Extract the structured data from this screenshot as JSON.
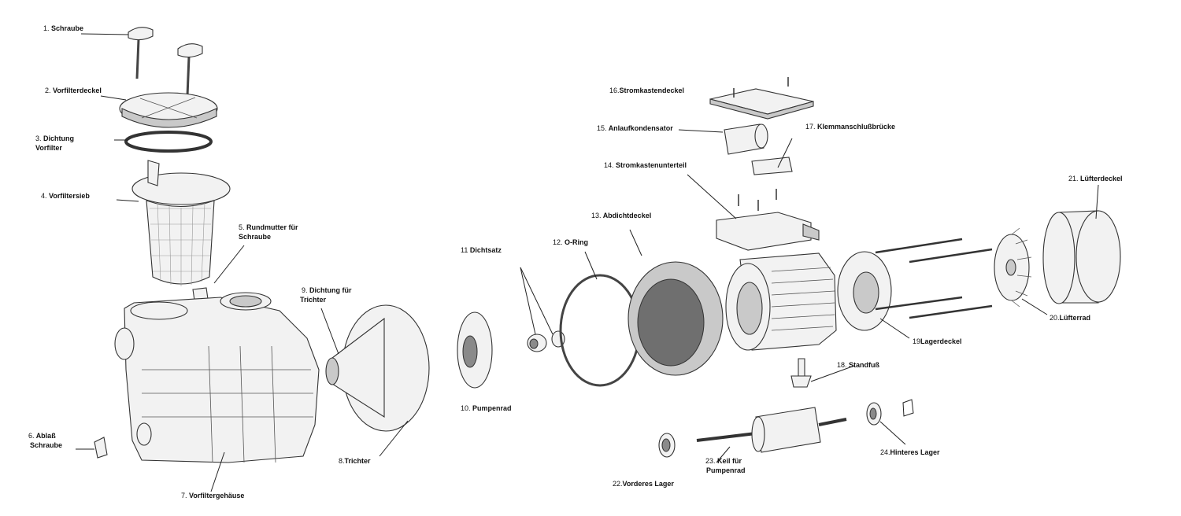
{
  "labels": {
    "l1": {
      "num": "1.",
      "text": "Schraube"
    },
    "l2": {
      "num": "2.",
      "text": "Vorfilterdeckel"
    },
    "l3a": {
      "num": "3.",
      "text": "Dichtung"
    },
    "l3b": {
      "num": "",
      "text": "Vorfilter"
    },
    "l4": {
      "num": "4.",
      "text": "Vorfiltersieb"
    },
    "l5a": {
      "num": "5.",
      "text": "Rundmutter für"
    },
    "l5b": {
      "num": "",
      "text": "Schraube"
    },
    "l6a": {
      "num": "6.",
      "text": "Ablaß"
    },
    "l6b": {
      "num": "",
      "text": "Schraube"
    },
    "l7": {
      "num": "7.",
      "text": "Vorfiltergehäuse"
    },
    "l8": {
      "num": "8.",
      "text": "Trichter"
    },
    "l9a": {
      "num": "9.",
      "text": "Dichtung für"
    },
    "l9b": {
      "num": "",
      "text": "Trichter"
    },
    "l10": {
      "num": "10.",
      "text": "Pumpenrad"
    },
    "l11": {
      "num": "11",
      "text": "Dichtsatz"
    },
    "l12": {
      "num": "12.",
      "text": "O-Ring"
    },
    "l13": {
      "num": "13.",
      "text": "Abdichtdeckel"
    },
    "l14": {
      "num": "14.",
      "text": "Stromkastenunterteil"
    },
    "l15": {
      "num": "15.",
      "text": "Anlaufkondensator"
    },
    "l16": {
      "num": "16.",
      "text": "Stromkastendeckel"
    },
    "l17": {
      "num": "17.",
      "text": "Klemmanschlußbrücke"
    },
    "l18": {
      "num": "18.",
      "text": "Standfuß"
    },
    "l19": {
      "num": "19",
      "text": "Lagerdeckel"
    },
    "l20": {
      "num": "20.",
      "text": "Lüfterrad"
    },
    "l21": {
      "num": "21.",
      "text": "Lüfterdeckel"
    },
    "l22": {
      "num": "22.",
      "text": "Vorderes Lager"
    },
    "l23a": {
      "num": "23.",
      "text": "Keil für"
    },
    "l23b": {
      "num": "",
      "text": "Pumpenrad"
    },
    "l24": {
      "num": "24.",
      "text": "Hinteres Lager"
    }
  }
}
